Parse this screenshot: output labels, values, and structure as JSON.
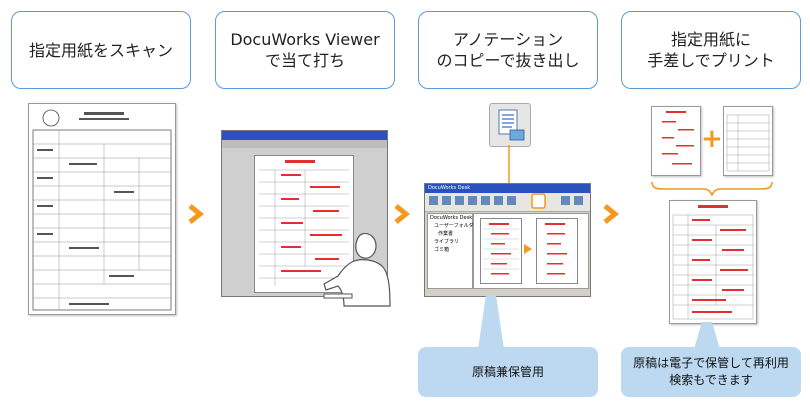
{
  "steps": [
    {
      "label": "指定用紙をスキャン"
    },
    {
      "label": "DocuWorks Viewer\nで当て打ち"
    },
    {
      "label": "アノテーション\nのコピーで抜き出し"
    },
    {
      "label": "指定用紙に\n手差しでプリント"
    }
  ],
  "notes": {
    "desk": "原稿兼保管用",
    "print": "原稿は電子で保管して再利用\n検索もできます"
  },
  "desk_window": {
    "title": "DocuWorks Desk",
    "folders": [
      "DocuWorks Desk",
      "ユーザーフォルダ",
      "作業書",
      "ライブラリ",
      "ゴミ箱"
    ]
  },
  "plus_sign": "+",
  "colors": {
    "box_border": "#5a9bd5",
    "arrow": "#f39a1e",
    "note_bg": "#bcd9f1",
    "annotation": "#e03030"
  },
  "icons": {
    "arrow": "arrow-right-icon",
    "annotation_copy": "annotation-copy-icon",
    "user": "user-silhouette-icon"
  }
}
